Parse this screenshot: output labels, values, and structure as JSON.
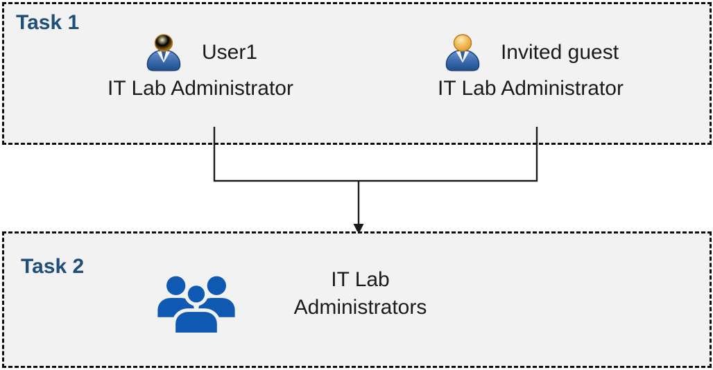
{
  "task1": {
    "label": "Task 1",
    "users": [
      {
        "name": "User1",
        "role": "IT Lab Administrator"
      },
      {
        "name": "Invited guest",
        "role": "IT Lab Administrator"
      }
    ]
  },
  "task2": {
    "label": "Task 2",
    "group_name": "IT Lab Administrators"
  },
  "icons": {
    "user": "single-user-icon",
    "group": "user-group-icon",
    "arrow": "down-arrow-connector"
  },
  "colors": {
    "task_label": "#1F4E79",
    "box_background": "#F2F2F2",
    "box_border": "#0D0D0D",
    "connector": "#1A1A1A",
    "group_icon_blue": "#1059B3",
    "user_icon_head": "#E8A33D",
    "user_icon_body": "#2C5B9E"
  }
}
